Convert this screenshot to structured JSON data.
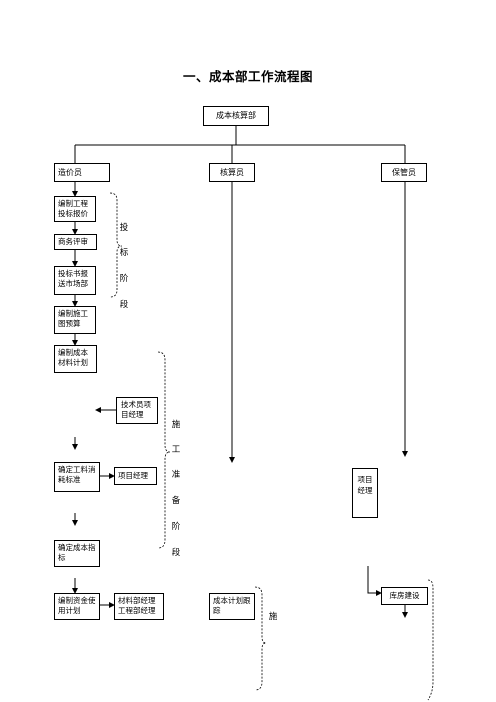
{
  "title": "一、成本部工作流程图",
  "top": {
    "dept": "成本核算部"
  },
  "roles": {
    "cost_clerk": "造价员",
    "accountant": "核算员",
    "keeper": "保管员"
  },
  "steps": {
    "s1": "编制工程投标报价",
    "s2": "商务评审",
    "s3": "投标书报送市场部",
    "s4": "编制施工图预算",
    "s5": "编制成本材料计划",
    "s6": "技术员项目经理",
    "s7": "确定工料消耗标准",
    "s8": "项目经理",
    "s9": "确定成本指标",
    "s10": "编制资金使用计划",
    "s11": "材料部经理工程部经理",
    "s12": "成本计划跟踪",
    "s13": "项目经理",
    "s14": "库房建设"
  },
  "stages": {
    "bid": [
      "投",
      "标",
      "阶",
      "段"
    ],
    "prep": [
      "施",
      "工",
      "准",
      "备",
      "阶",
      "段"
    ],
    "build": [
      "施"
    ]
  }
}
